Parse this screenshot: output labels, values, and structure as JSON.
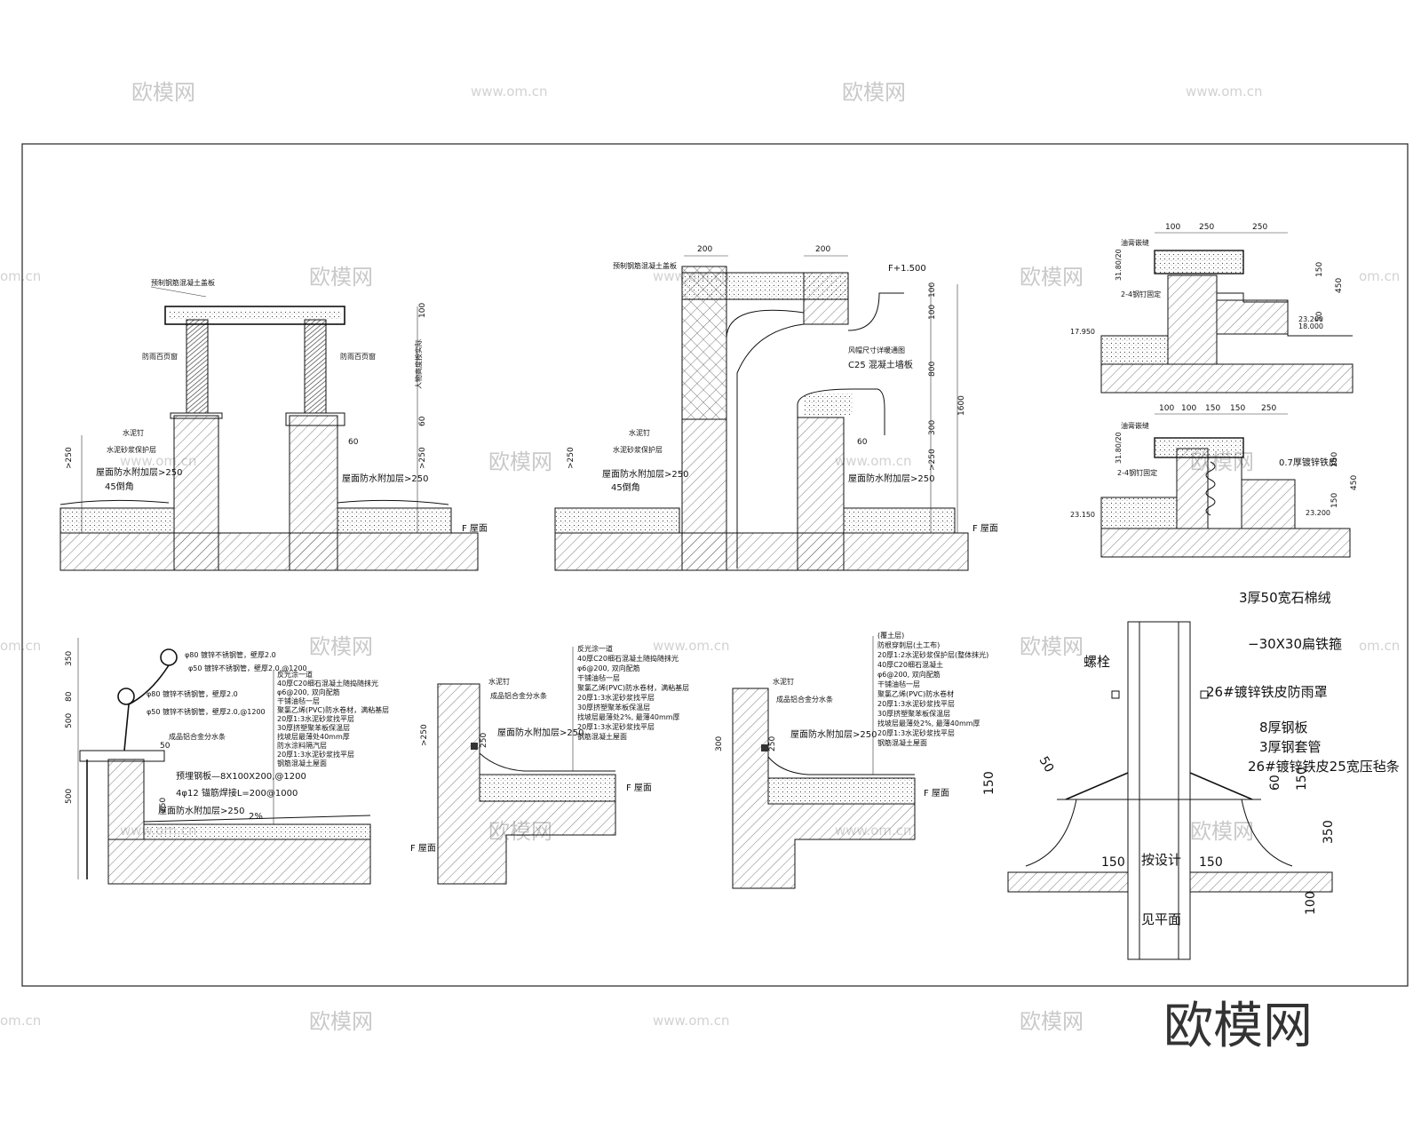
{
  "watermark": {
    "text": "欧模网",
    "url": "www.om.cn",
    "url_short": "om.cn"
  },
  "brand_logo": "欧模网",
  "detail_parapet": {
    "top_note": "预制钢筋混凝土盖板",
    "side_left": "防雨百页窗",
    "side_right": "防雨百页窗",
    "label1": "水泥钉",
    "label2": "水泥砂浆保护层",
    "label3": "屋面防水附加层>250",
    "label4": "45倒角",
    "label5": "屋面防水附加层>250",
    "dim_left": ">250",
    "dim_right": ">250",
    "dim_100": "100",
    "dim_60": "60",
    "dim_60b": "60",
    "floor": "F 屋面",
    "vertical_note": "人物高度按实际"
  },
  "detail_vent": {
    "top_note": "预制钢筋混凝土盖板",
    "dim_200a": "200",
    "dim_200b": "200",
    "elev": "F+1.500",
    "note1": "风帽尺寸详暖通图",
    "note2": "C25 混凝土墙板",
    "dim_100a": "100",
    "dim_100b": "100",
    "dim_800": "800",
    "dim_1600": "1600",
    "dim_300": "300",
    "dim_250": ">250",
    "label1": "水泥钉",
    "label2": "水泥砂浆保护层",
    "label3": "屋面防水附加层>250",
    "label4": "45倒角",
    "label5": "屋面防水附加层>250",
    "dim_left": ">250",
    "floor": "F 屋面",
    "dim_60": "60"
  },
  "detail_joint_top": {
    "dims": [
      "100",
      "250",
      "250"
    ],
    "dim_150": "150",
    "dim_450": "450",
    "dim_50": "50",
    "label_a": "油膏嵌缝",
    "label_b": "2-4钢钉固定",
    "label_c": "31.80/20",
    "elev_left": "17.950",
    "elev_right": "23.200",
    "elev_right2": "18.000"
  },
  "detail_joint_bottom": {
    "dims": [
      "100",
      "100",
      "150",
      "150",
      "250"
    ],
    "dim_150": "150",
    "dim_450": "450",
    "dim_150b": "150",
    "label_a": "油膏嵌缝",
    "label_b": "2-4钢钉固定",
    "label_c": "0.7厚镀锌铁皮",
    "label_d": "31.80/20",
    "elev_left": "23.150",
    "elev_right": "23.200"
  },
  "detail_railing": {
    "items": [
      "φ80 镀锌不锈钢管，壁厚2.0",
      "φ50 镀锌不锈钢管，壁厚2.0,@1200",
      "φ80 镀锌不锈钢管，壁厚2.0",
      "φ50 镀锌不锈钢管，壁厚2.0,@1200",
      "成品铝合金分水条",
      "预埋钢板—8X100X200,@1200",
      "4φ12 锚筋焊接L=200@1000",
      "屋面防水附加层>250"
    ],
    "layers": [
      "反光涂一道",
      "40厚C20细石混凝土随捣随抹光",
      "φ6@200, 双向配筋",
      "干铺油毡一层",
      "聚氯乙烯(PVC)防水卷材，满粘基层",
      "20厚1:3水泥砂浆找平层",
      "30厚挤塑聚苯板保温层",
      "找坡层最薄处40mm厚",
      "防水涂料隔汽层",
      "20厚1:3水泥砂浆找平层",
      "钢筋混凝土屋面"
    ],
    "dims": [
      "350",
      "80",
      "500",
      "500"
    ],
    "slope": "2%",
    "dim_250": "250",
    "dim_50": "50"
  },
  "detail_roof_a": {
    "label1": "水泥钉",
    "label2": "成品铝合金分水条",
    "label3": "屋面防水附加层>250",
    "dim_250": ">250",
    "dim_250b": "250",
    "floor": "F 屋面",
    "floor2": "F 屋面",
    "layers": [
      "反光涂一道",
      "40厚C20细石混凝土随捣随抹光",
      "φ6@200, 双向配筋",
      "干铺油毡一层",
      "聚氯乙烯(PVC)防水卷材，满粘基层",
      "20厚1:3水泥砂浆找平层",
      "30厚挤塑聚苯板保温层",
      "找坡层最薄处2%, 最薄40mm厚",
      "20厚1:3水泥砂浆找平层",
      "钢筋混凝土屋面"
    ]
  },
  "detail_roof_b": {
    "label1": "水泥钉",
    "label2": "成品铝合金分水条",
    "label3": "屋面防水附加层>250",
    "dim_300": "300",
    "dim_250": "250",
    "floor": "F 屋面",
    "layers": [
      "(覆土层)",
      "防根穿刺层(土工布)",
      "20厚1:2水泥砂浆保护层(整体抹光)",
      "40厚C20细石混凝土",
      "φ6@200, 双向配筋",
      "干铺油毡一层",
      "聚氯乙烯(PVC)防水卷材",
      "20厚1:3水泥砂浆找平层",
      "30厚挤塑聚苯板保温层",
      "找坡层最薄处2%, 最薄40mm厚",
      "20厚1:3水泥砂浆找平层",
      "钢筋混凝土屋面"
    ]
  },
  "detail_pipe": {
    "labels": [
      "3厚50宽石棉绒",
      "−30X30扁铁箍",
      "26#镀锌铁皮防雨罩",
      "8厚钢板",
      "3厚钢套管",
      "26#镀锌铁皮25宽压毡条"
    ],
    "bolt": "螺栓",
    "center_text": "按设计",
    "bottom_text": "见平面",
    "dims": [
      "150",
      "150",
      "150",
      "60",
      "150",
      "350",
      "100",
      "50"
    ]
  }
}
